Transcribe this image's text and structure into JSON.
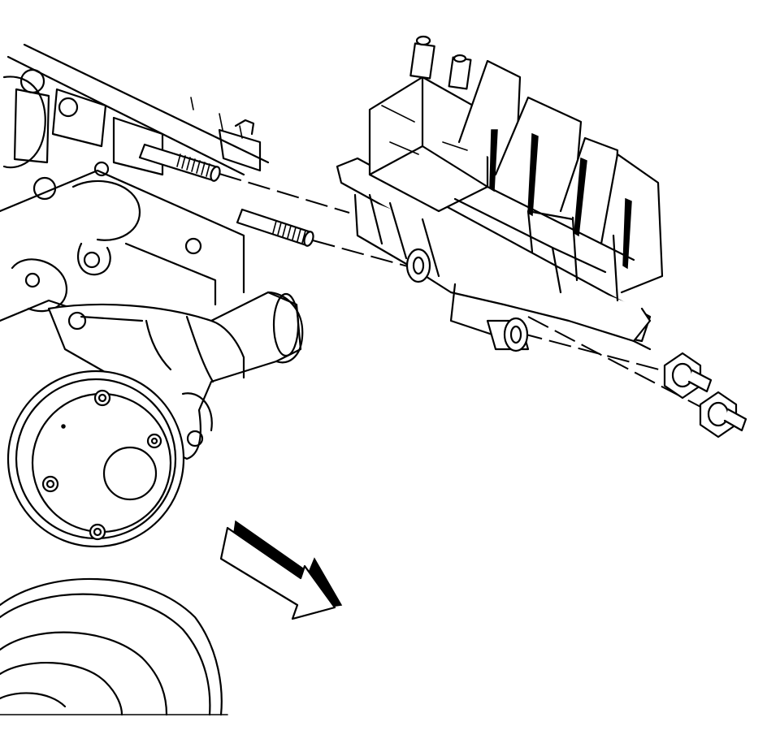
{
  "figure": {
    "background": "#ffffff",
    "line_color": "#000000",
    "components": [
      "engine-block",
      "water-pump-housing",
      "pulley",
      "idler-pulley",
      "mounting-studs",
      "ignition-coil-bracket-assembly",
      "hex-nuts",
      "direction-arrow"
    ]
  }
}
